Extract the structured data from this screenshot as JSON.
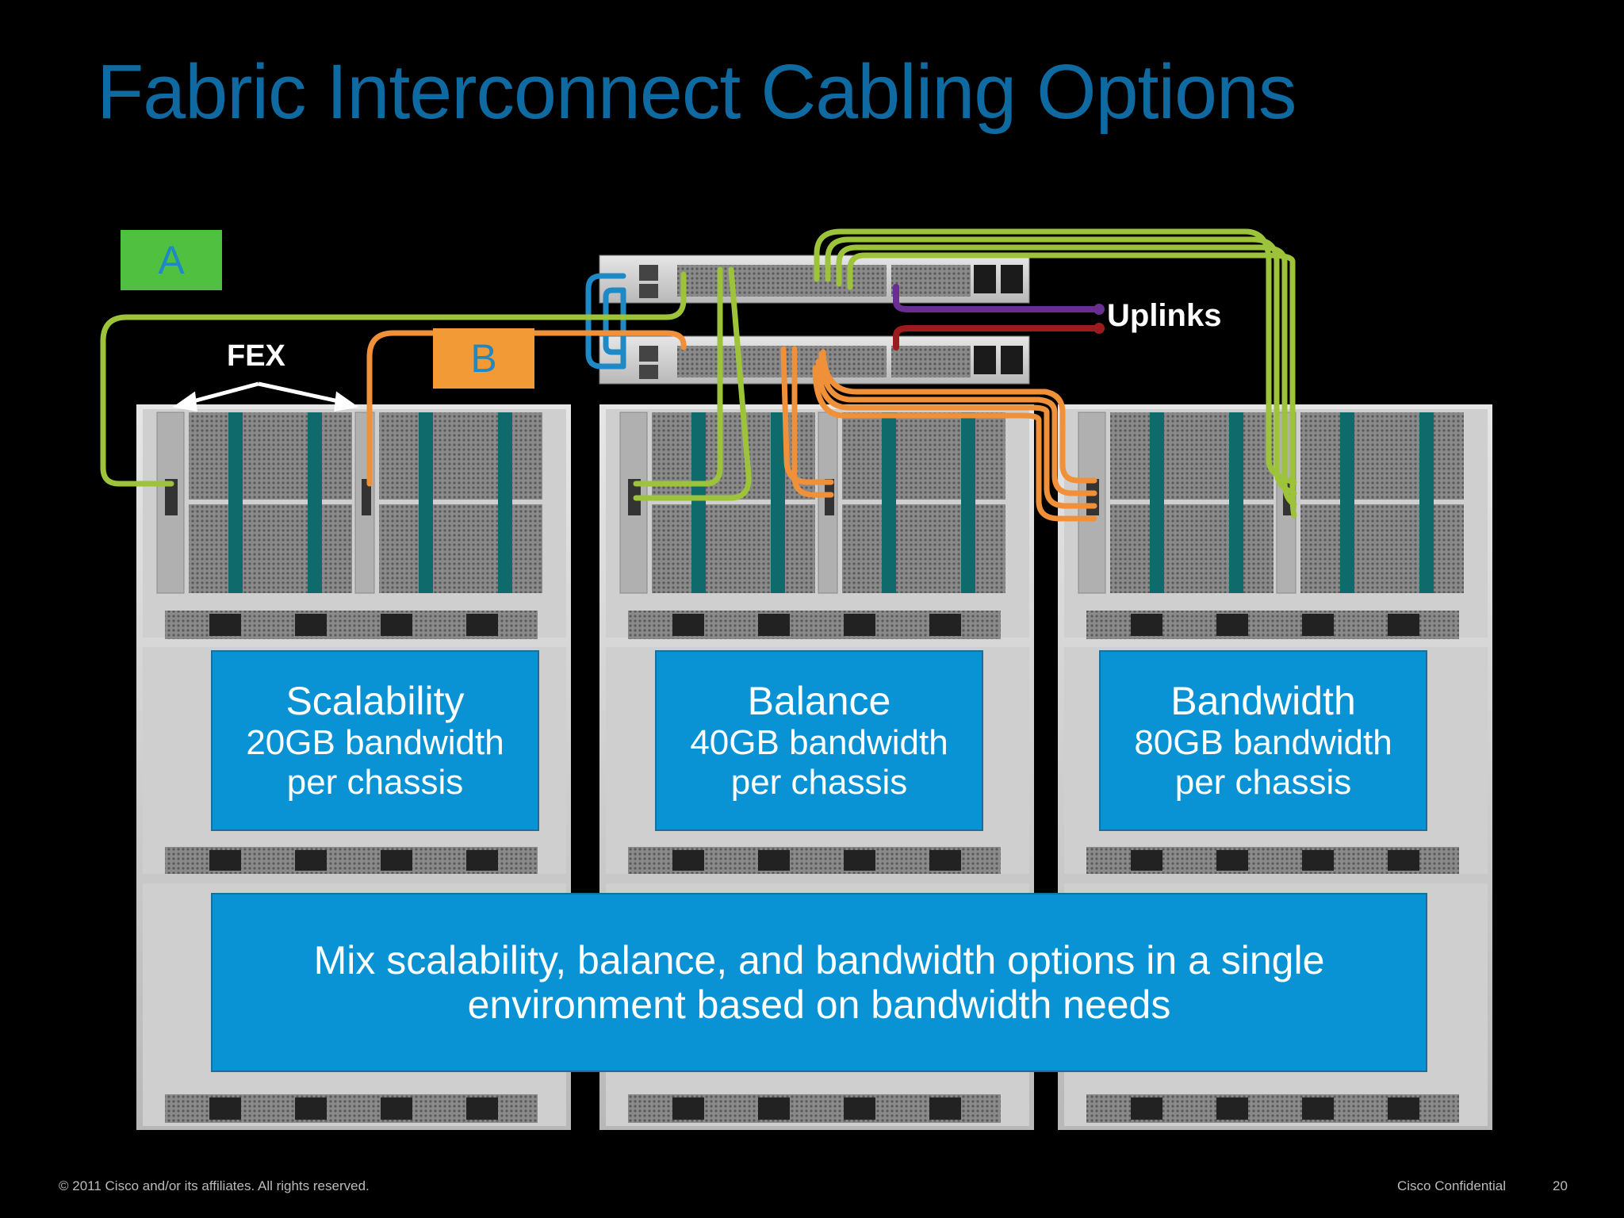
{
  "title": "Fabric Interconnect Cabling Options",
  "labels": {
    "fabric_a": "A",
    "fabric_b": "B",
    "fex": "FEX",
    "uplinks": "Uplinks"
  },
  "options": [
    {
      "heading": "Scalability",
      "bandwidth": "20GB bandwidth",
      "unit": "per chassis"
    },
    {
      "heading": "Balance",
      "bandwidth": "40GB bandwidth",
      "unit": "per chassis"
    },
    {
      "heading": "Bandwidth",
      "bandwidth": "80GB bandwidth",
      "unit": "per chassis"
    }
  ],
  "mix": {
    "line1": "Mix scalability, balance, and bandwidth options in a single",
    "line2": "environment based on bandwidth needs"
  },
  "footer": {
    "copyright": "© 2011 Cisco and/or its affiliates. All rights reserved.",
    "confidential": "Cisco Confidential",
    "page": "20"
  },
  "colors": {
    "fabric_a_cable": "#9cc33a",
    "fabric_b_cable": "#f0913a",
    "uplink_a": "#6a2d91",
    "uplink_b": "#9b1b1f",
    "interconnect_cable": "#1f89c6",
    "info_box": "#0a93d4",
    "title": "#0e6aa0"
  }
}
